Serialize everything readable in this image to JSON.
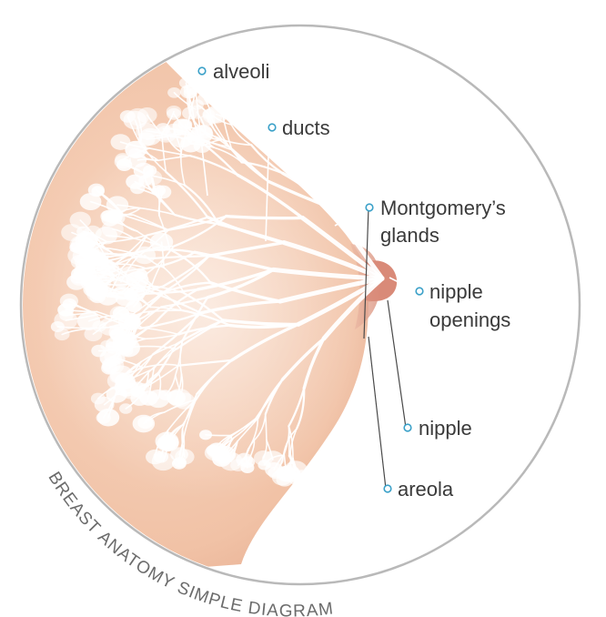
{
  "labels": {
    "alveoli": "alveoli",
    "ducts": "ducts",
    "montgomery_line1": "Montgomery’s",
    "montgomery_line2": "glands",
    "nipple_openings_line1": "nipple",
    "nipple_openings_line2": "openings",
    "nipple": "nipple",
    "areola": "areola"
  },
  "caption": "BREAST ANATOMY SIMPLE DIAGRAM",
  "colors": {
    "skin": "#f4c9b0",
    "skin_shadow": "#e8b096",
    "areola": "#e0a08e",
    "ring": "#b9b9b9",
    "marker": "#3aa0c8",
    "text": "#3a3a3a"
  }
}
